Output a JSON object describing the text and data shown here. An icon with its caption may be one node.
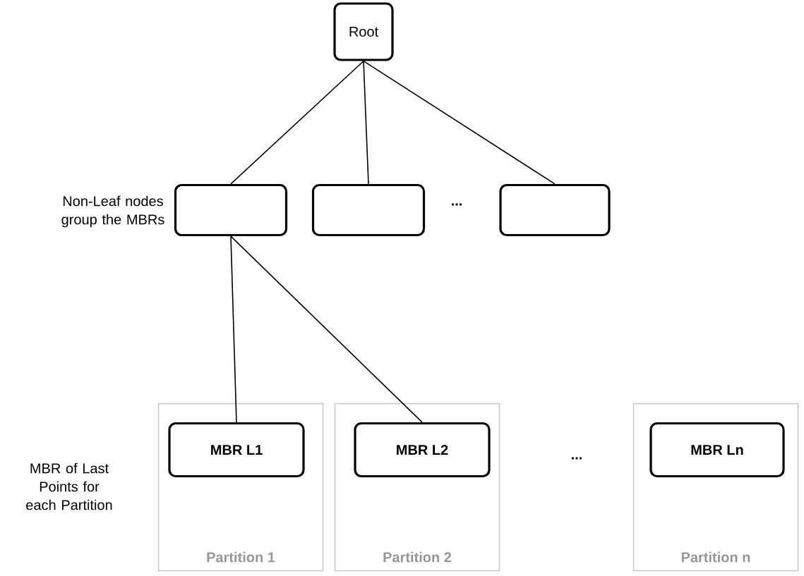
{
  "diagram": {
    "nodes": [
      {
        "text": [
          "Root"
        ]
      },
      {
        "text": [],
        "shape": "box"
      },
      {
        "text": [],
        "shape": "box"
      },
      {
        "text": [],
        "shape": "box"
      },
      {
        "text": [
          "Partition 1"
        ]
      },
      {
        "text": [
          "MBR L1"
        ],
        "in": 4
      },
      {
        "text": [
          "Partition 2"
        ]
      },
      {
        "text": [
          "MBR L2"
        ],
        "in": 6
      },
      {
        "text": [
          "Partition n"
        ]
      },
      {
        "text": [
          "MBR Ln"
        ],
        "in": 8
      }
    ],
    "edges": [
      {
        "from": 0,
        "to": 1,
        "arrow": "none"
      },
      {
        "from": 0,
        "to": 2,
        "arrow": "none"
      },
      {
        "from": 0,
        "to": 3,
        "arrow": "none"
      },
      {
        "from": 1,
        "to": 5,
        "arrow": "none"
      },
      {
        "from": 1,
        "to": 7,
        "arrow": "none"
      }
    ],
    "labels": [
      "Non-Leaf nodes group the MBRs",
      "...",
      "MBR of Last Points for each Partition",
      "..."
    ]
  }
}
